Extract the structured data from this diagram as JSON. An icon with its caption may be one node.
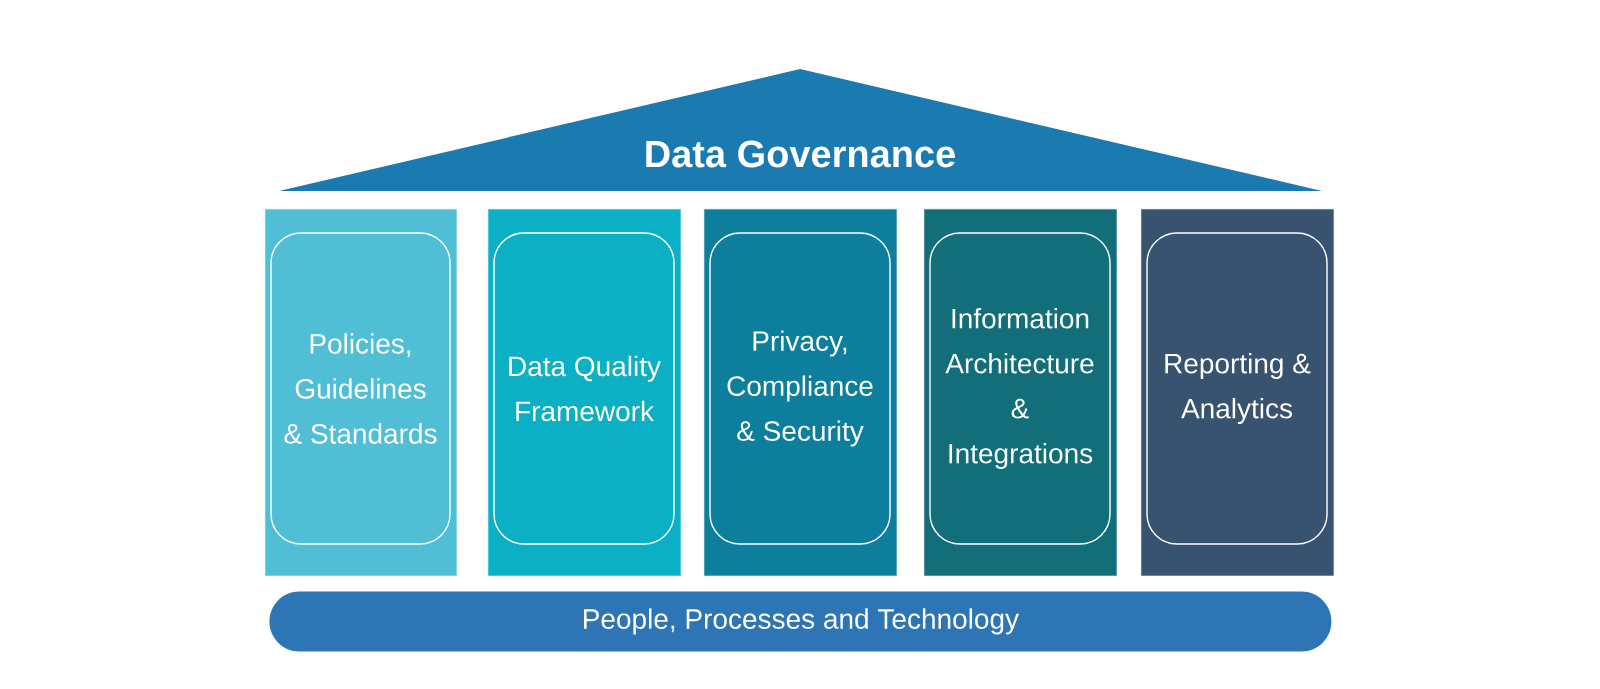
{
  "diagram": {
    "nodes": [
      {
        "text": [
          "Data Governance"
        ]
      },
      {
        "text": [],
        "shape": "box"
      },
      {
        "text": [
          "Policies, Guidelines & Standards"
        ],
        "in": 1
      },
      {
        "text": [],
        "shape": "box"
      },
      {
        "text": [
          "Data Quality Framework"
        ],
        "in": 3
      },
      {
        "text": [],
        "shape": "box"
      },
      {
        "text": [
          "Privacy, Compliance & Security"
        ],
        "in": 5
      },
      {
        "text": [],
        "shape": "box"
      },
      {
        "text": [
          "Information Architecture & Integrations"
        ],
        "in": 7
      },
      {
        "text": [],
        "shape": "box"
      },
      {
        "text": [
          "Reporting & Analytics"
        ],
        "in": 9
      },
      {
        "text": [
          "People, Processes and Technology"
        ]
      }
    ]
  }
}
